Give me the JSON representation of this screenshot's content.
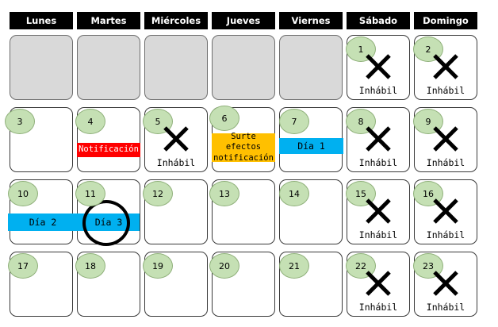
{
  "weekdays": [
    "Lunes",
    "Martes",
    "Miércoles",
    "Jueves",
    "Viernes",
    "Sábado",
    "Domingo"
  ],
  "day_numbers": [
    "1",
    "2",
    "3",
    "4",
    "5",
    "6",
    "7",
    "8",
    "9",
    "10",
    "11",
    "12",
    "13",
    "14",
    "15",
    "16",
    "17",
    "18",
    "19",
    "20",
    "21",
    "22",
    "23"
  ],
  "labels": {
    "inhabil": "Inhábil",
    "notificacion": "Notificación",
    "surte_efectos": "Surte efectos notificación",
    "dia1": "Día 1",
    "dia2": "Día 2",
    "dia3": "Día 3"
  },
  "colors": {
    "header_bg": "#000000",
    "empty_cell": "#d9d9d9",
    "day_circle": "#c5e0b4",
    "notificacion": "#ff0000",
    "surte_efectos": "#ffc000",
    "dia_band": "#00b0f0"
  },
  "icons": {
    "non_working_day": "x-mark-icon",
    "highlight": "circle-highlight"
  }
}
